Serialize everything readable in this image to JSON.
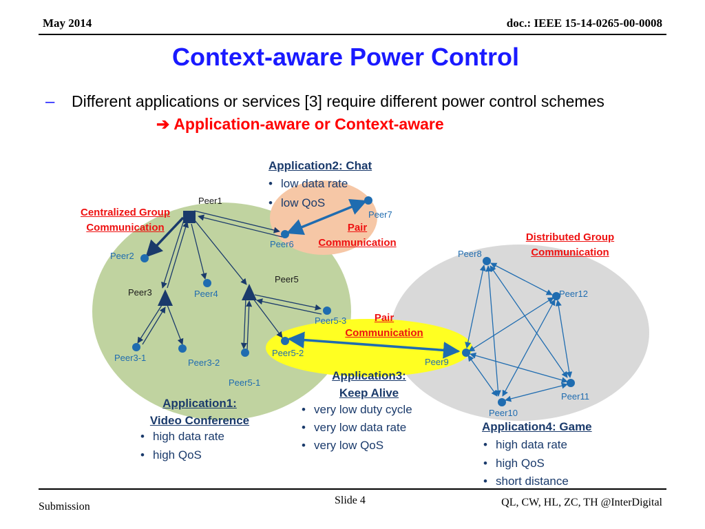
{
  "header": {
    "date": "May 2014",
    "doc_id": "doc.: IEEE 15-14-0265-00-0008"
  },
  "title": "Context-aware Power Control",
  "subtitle": {
    "dash": "–",
    "text": "Different applications or services [3] require different power control schemes",
    "highlight_arrow": "➔",
    "highlight": "Application-aware or Context-aware"
  },
  "groups": {
    "centralized": [
      "Centralized Group",
      "Communication"
    ],
    "distributed": [
      "Distributed Group",
      "Communication"
    ],
    "pair_top": [
      "Pair",
      "Communication"
    ],
    "pair_mid": [
      "Pair",
      "Communication"
    ]
  },
  "peers": {
    "peer1": "Peer1",
    "peer2": "Peer2",
    "peer3": "Peer3",
    "peer4": "Peer4",
    "peer5": "Peer5",
    "peer6": "Peer6",
    "peer7": "Peer7",
    "peer8": "Peer8",
    "peer9": "Peer9",
    "peer10": "Peer10",
    "peer11": "Peer11",
    "peer12": "Peer12",
    "peer3_1": "Peer3-1",
    "peer3_2": "Peer3-2",
    "peer5_1": "Peer5-1",
    "peer5_2": "Peer5-2",
    "peer5_3": "Peer5-3"
  },
  "applications": {
    "app1": {
      "title": [
        "Application1:",
        "Video Conference"
      ],
      "bullets": [
        "high data rate",
        "high QoS"
      ]
    },
    "app2": {
      "title": [
        "Application2: Chat"
      ],
      "bullets": [
        "low data rate",
        "low QoS"
      ]
    },
    "app3": {
      "title": [
        "Application3:",
        "Keep Alive"
      ],
      "bullets": [
        "very low duty cycle",
        "very low data rate",
        "very low QoS"
      ]
    },
    "app4": {
      "title": [
        "Application4: Game"
      ],
      "bullets": [
        "high data rate",
        "high QoS",
        "short distance"
      ]
    }
  },
  "footer": {
    "left": "Submission",
    "center": "Slide 4",
    "right": "QL, CW, HL, ZC, TH @InterDigital"
  },
  "colors": {
    "title_blue": "#1a1aff",
    "node_blue": "#1f6cb0",
    "dark_navy": "#1a3a6b",
    "red": "#ee1111",
    "green_region": "#c0d3a0",
    "orange_region": "#f6c7a6",
    "yellow_region": "#ffff22",
    "gray_region": "#d9d9d9"
  }
}
